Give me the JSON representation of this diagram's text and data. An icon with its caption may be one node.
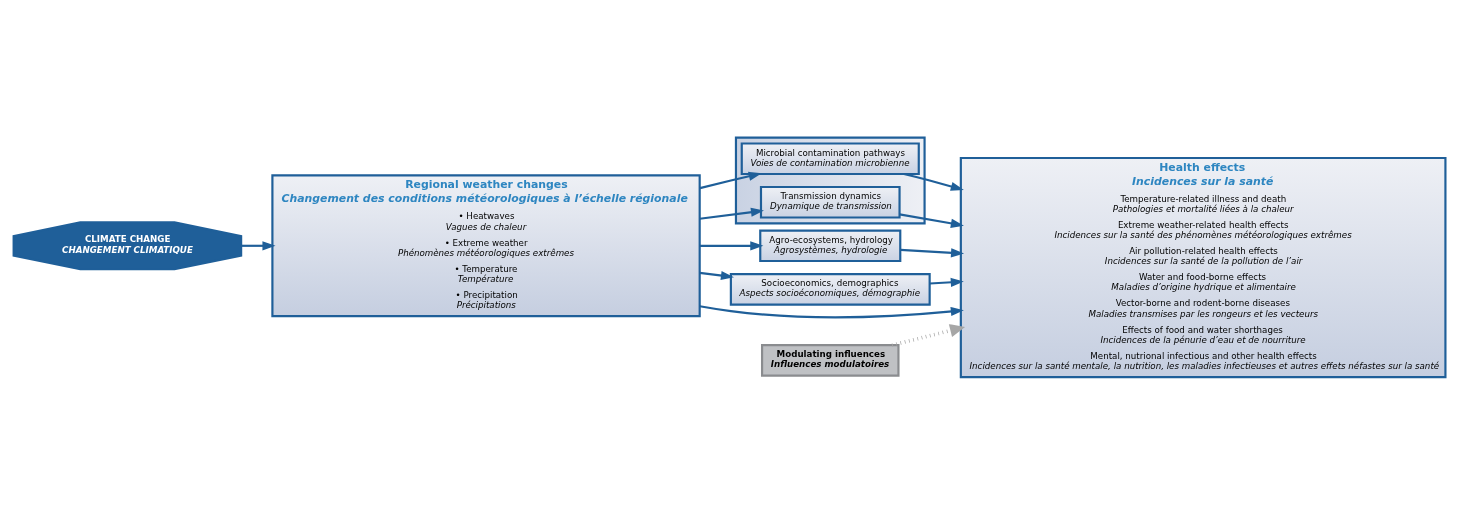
{
  "diagram": {
    "nodes": [
      {
        "text": [
          "CLIMATE CHANGE",
          "CHANGEMENT CLIMATIQUE"
        ]
      },
      {
        "text": [
          "Regional weather changes",
          "Changement des conditions météorologiques à l’échelle régionale",
          "• Heatwaves",
          "Vagues de chaleur",
          "• Extreme weather",
          "Phénomènes météorologiques extrêmes",
          "• Temperature",
          "Température",
          "• Precipitation",
          "Précipitations"
        ]
      },
      {
        "text": [
          "Modulating influences",
          "Influences modulatoires"
        ]
      },
      {
        "text": [],
        "shape": "box"
      },
      {
        "text": [
          "Microbial contamination pathways",
          "Voies de contamination microbienne"
        ],
        "in": 3
      },
      {
        "text": [
          "Transmission dynamics",
          "Dynamique de transmission"
        ],
        "in": 3
      },
      {
        "text": [
          "Agro-ecosystems, hydrology",
          "Agrosystèmes, hydrologie"
        ]
      },
      {
        "text": [
          "Socioeconomics, demographics",
          "Aspects socioéconomiques, démographie"
        ]
      },
      {
        "text": [
          "Health effects",
          "Incidences sur la santé",
          "Temperature-related illness and death",
          "Pathologies et mortalité liées à la chaleur",
          "Extreme weather-related health effects",
          "Incidences sur la santé des phénomènes météorologiques extrêmes",
          "Air pollution-related health effects",
          "Incidences sur la santé de la pollution de l’air",
          "Water and food-borne effects",
          "Maladies d’origine hydrique et alimentaire",
          "Vector-borne and rodent-borne diseases",
          "Maladies transmises par les rongeurs et les vecteurs",
          "Effects of food and water shorthages",
          "Incidences de la pénurie d’eau et de nourriture",
          "Mental, nutrional infectious and other health effects",
          "Incidences sur la santé mentale, la nutrition, les maladies infectieuses et autres effets néfastes sur la santé"
        ]
      }
    ],
    "edges": [
      {
        "from": 0,
        "to": 1,
        "arrow": "to"
      },
      {
        "from": 1,
        "to": 8,
        "arrow": "to"
      },
      {
        "from": 2,
        "to": 8,
        "arrow": "to",
        "style": "dashed",
        "color": "#a6a6a6"
      },
      {
        "from": 1,
        "to": 4,
        "arrow": "to"
      },
      {
        "from": 1,
        "to": 5,
        "arrow": "to"
      },
      {
        "from": 1,
        "to": 6,
        "arrow": "to"
      },
      {
        "from": 1,
        "to": 7,
        "arrow": "to"
      },
      {
        "from": 4,
        "to": 8,
        "arrow": "to"
      },
      {
        "from": 5,
        "to": 8,
        "arrow": "to"
      },
      {
        "from": 6,
        "to": 8,
        "arrow": "to"
      },
      {
        "from": 7,
        "to": 8,
        "arrow": "to"
      }
    ]
  }
}
